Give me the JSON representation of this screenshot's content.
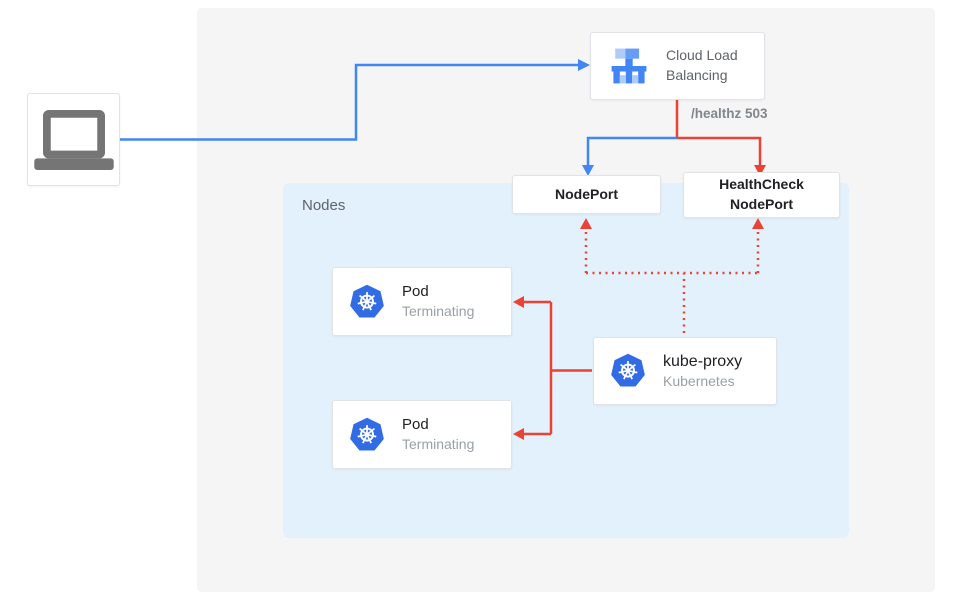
{
  "diagram": {
    "panel": {
      "nodes_label": "Nodes"
    },
    "client": {
      "icon": "laptop-icon"
    },
    "cloud_load_balancing": {
      "title": "Cloud Load Balancing",
      "icon": "cloud-load-balancing-icon"
    },
    "healthz_annotation": "/healthz 503",
    "nodeport": {
      "title": "NodePort"
    },
    "healthcheck_nodeport": {
      "title_line1": "HealthCheck",
      "title_line2": "NodePort"
    },
    "pod_terminating_1": {
      "title": "Pod",
      "status": "Terminating",
      "icon": "kubernetes-icon"
    },
    "pod_terminating_2": {
      "title": "Pod",
      "status": "Terminating",
      "icon": "kubernetes-icon"
    },
    "kube_proxy": {
      "title": "kube-proxy",
      "subtitle": "Kubernetes",
      "icon": "kubernetes-icon"
    },
    "colors": {
      "blue_connector": "#4285f4",
      "red_connector": "#ea4335",
      "nodes_background": "#e3f1fc",
      "panel_background": "#f5f5f6",
      "kubernetes_blue": "#326ce5",
      "icon_light_blue": "#aecbfa",
      "icon_mid_blue": "#669df6",
      "muted_text": "#9aa0a6",
      "dark_text": "#202124",
      "laptop_gray": "#757575"
    }
  }
}
